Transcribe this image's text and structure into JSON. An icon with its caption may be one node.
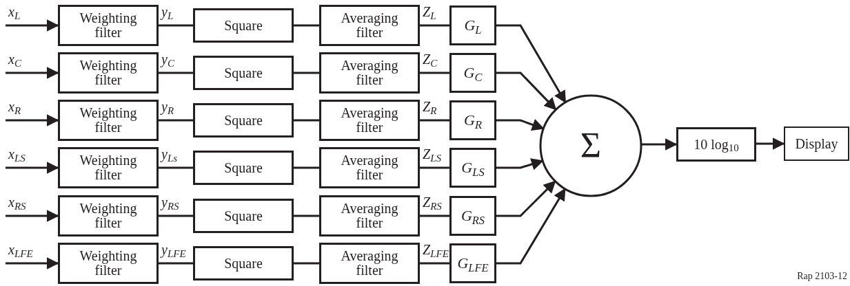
{
  "diagram": {
    "nodes": [
      {
        "text": [
          "Weighting filter"
        ]
      },
      {
        "text": [
          "Square"
        ]
      },
      {
        "text": [
          "Averaging filter"
        ]
      },
      {
        "text": [
          "G$_{L}$"
        ]
      },
      {
        "text": [
          "Weighting filter"
        ]
      },
      {
        "text": [
          "Square"
        ]
      },
      {
        "text": [
          "Averaging filter"
        ]
      },
      {
        "text": [
          "G$_{C}$"
        ]
      },
      {
        "text": [
          "Weighting filter"
        ]
      },
      {
        "text": [
          "Square"
        ]
      },
      {
        "text": [
          "Averaging filter"
        ]
      },
      {
        "text": [
          "G$_{R}$"
        ]
      },
      {
        "text": [
          "Weighting filter"
        ]
      },
      {
        "text": [
          "Square"
        ]
      },
      {
        "text": [
          "Averaging filter"
        ]
      },
      {
        "text": [
          "G$_{LS}$"
        ]
      },
      {
        "text": [
          "Weighting filter"
        ]
      },
      {
        "text": [
          "Square"
        ]
      },
      {
        "text": [
          "Averaging filter"
        ]
      },
      {
        "text": [
          "G$_{RS}$"
        ]
      },
      {
        "text": [
          "Weighting filter"
        ]
      },
      {
        "text": [
          "Square"
        ]
      },
      {
        "text": [
          "Averaging filter"
        ]
      },
      {
        "text": [
          "G$_{LFE}$"
        ]
      },
      {
        "text": [
          "Σ"
        ]
      },
      {
        "text": [
          "10 log$_{10}$"
        ]
      },
      {
        "text": [
          "Display"
        ]
      }
    ],
    "edges": [
      {
        "from": null,
        "to": 0,
        "arrow": "to",
        "label": "x$_{L}$"
      },
      {
        "from": 0,
        "to": 1,
        "arrow": "none",
        "label": "y$_{L}$"
      },
      {
        "from": 1,
        "to": 2,
        "arrow": "none"
      },
      {
        "from": 2,
        "to": 3,
        "arrow": "none",
        "label": "Z$_{L}$"
      },
      {
        "from": 3,
        "to": 24,
        "arrow": "to"
      },
      {
        "from": null,
        "to": 4,
        "arrow": "to",
        "label": "x$_{C}$"
      },
      {
        "from": 4,
        "to": 5,
        "arrow": "none",
        "label": "y$_{C}$"
      },
      {
        "from": 5,
        "to": 6,
        "arrow": "none"
      },
      {
        "from": 6,
        "to": 7,
        "arrow": "none",
        "label": "Z$_{C}$"
      },
      {
        "from": 7,
        "to": 24,
        "arrow": "to"
      },
      {
        "from": null,
        "to": 8,
        "arrow": "to",
        "label": "x$_{R}$"
      },
      {
        "from": 8,
        "to": 9,
        "arrow": "none",
        "label": "y$_{R}$"
      },
      {
        "from": 9,
        "to": 10,
        "arrow": "none"
      },
      {
        "from": 10,
        "to": 11,
        "arrow": "none",
        "label": "Z$_{R}$"
      },
      {
        "from": 11,
        "to": 24,
        "arrow": "to"
      },
      {
        "from": null,
        "to": 12,
        "arrow": "to",
        "label": "x$_{LS}$"
      },
      {
        "from": 12,
        "to": 13,
        "arrow": "none",
        "label": "y$_{Ls}$"
      },
      {
        "from": 13,
        "to": 14,
        "arrow": "none"
      },
      {
        "from": 14,
        "to": 15,
        "arrow": "none",
        "label": "Z$_{LS}$"
      },
      {
        "from": 15,
        "to": 24,
        "arrow": "to"
      },
      {
        "from": null,
        "to": 16,
        "arrow": "to",
        "label": "x$_{RS}$"
      },
      {
        "from": 16,
        "to": 17,
        "arrow": "none",
        "label": "y$_{RS}$"
      },
      {
        "from": 17,
        "to": 18,
        "arrow": "none"
      },
      {
        "from": 18,
        "to": 19,
        "arrow": "none",
        "label": "Z$_{RS}$"
      },
      {
        "from": 19,
        "to": 24,
        "arrow": "to"
      },
      {
        "from": null,
        "to": 20,
        "arrow": "to",
        "label": "x$_{LFE}$"
      },
      {
        "from": 20,
        "to": 21,
        "arrow": "none",
        "label": "y$_{LFE}$"
      },
      {
        "from": 21,
        "to": 22,
        "arrow": "none"
      },
      {
        "from": 22,
        "to": 23,
        "arrow": "none",
        "label": "Z$_{LFE}$"
      },
      {
        "from": 23,
        "to": 24,
        "arrow": "to"
      },
      {
        "from": 24,
        "to": 25,
        "arrow": "to"
      },
      {
        "from": 25,
        "to": 26,
        "arrow": "to"
      }
    ],
    "labels": [
      "Rap 2103-12"
    ]
  }
}
